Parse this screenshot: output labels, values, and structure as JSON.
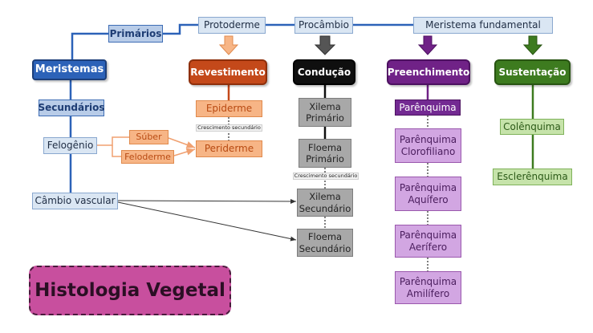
{
  "top_row": {
    "primarios": "Primários",
    "protoderme": "Protoderme",
    "procambio": "Procâmbio",
    "meristema_fundamental": "Meristema fundamental"
  },
  "left": {
    "meristemas": "Meristemas",
    "secundarios": "Secundários",
    "felogenio": "Felogênio",
    "suber": "Súber",
    "feloderme": "Feloderme",
    "cambio_vascular": "Câmbio vascular"
  },
  "revestimento": {
    "header": "Revestimento",
    "epiderme": "Epiderme",
    "crescimento": "Crescimento secundário",
    "periderme": "Periderme"
  },
  "conducao": {
    "header": "Condução",
    "xilema_primario": "Xilema Primário",
    "floema_primario": "Floema Primário",
    "crescimento": "Crescimento secundário",
    "xilema_secundario": "Xilema Secundário",
    "floema_secundario": "Floema Secundário"
  },
  "preenchimento": {
    "header": "Preenchimento",
    "items": [
      "Parênquima",
      "Parênquima Clorofiliano",
      "Parênquima Aquífero",
      "Parênquima Aerífero",
      "Parênquima Amilífero"
    ]
  },
  "sustentacao": {
    "header": "Sustentação",
    "colenquima": "Colênquima",
    "esclerenquima": "Esclerênquima"
  },
  "title": "Histologia Vegetal",
  "colors": {
    "blue": "#2c62b8",
    "orange": "#c4491a",
    "black": "#0f0f0f",
    "purple": "#702287",
    "green": "#3d7b1f",
    "title_pink": "#c84f9e"
  }
}
